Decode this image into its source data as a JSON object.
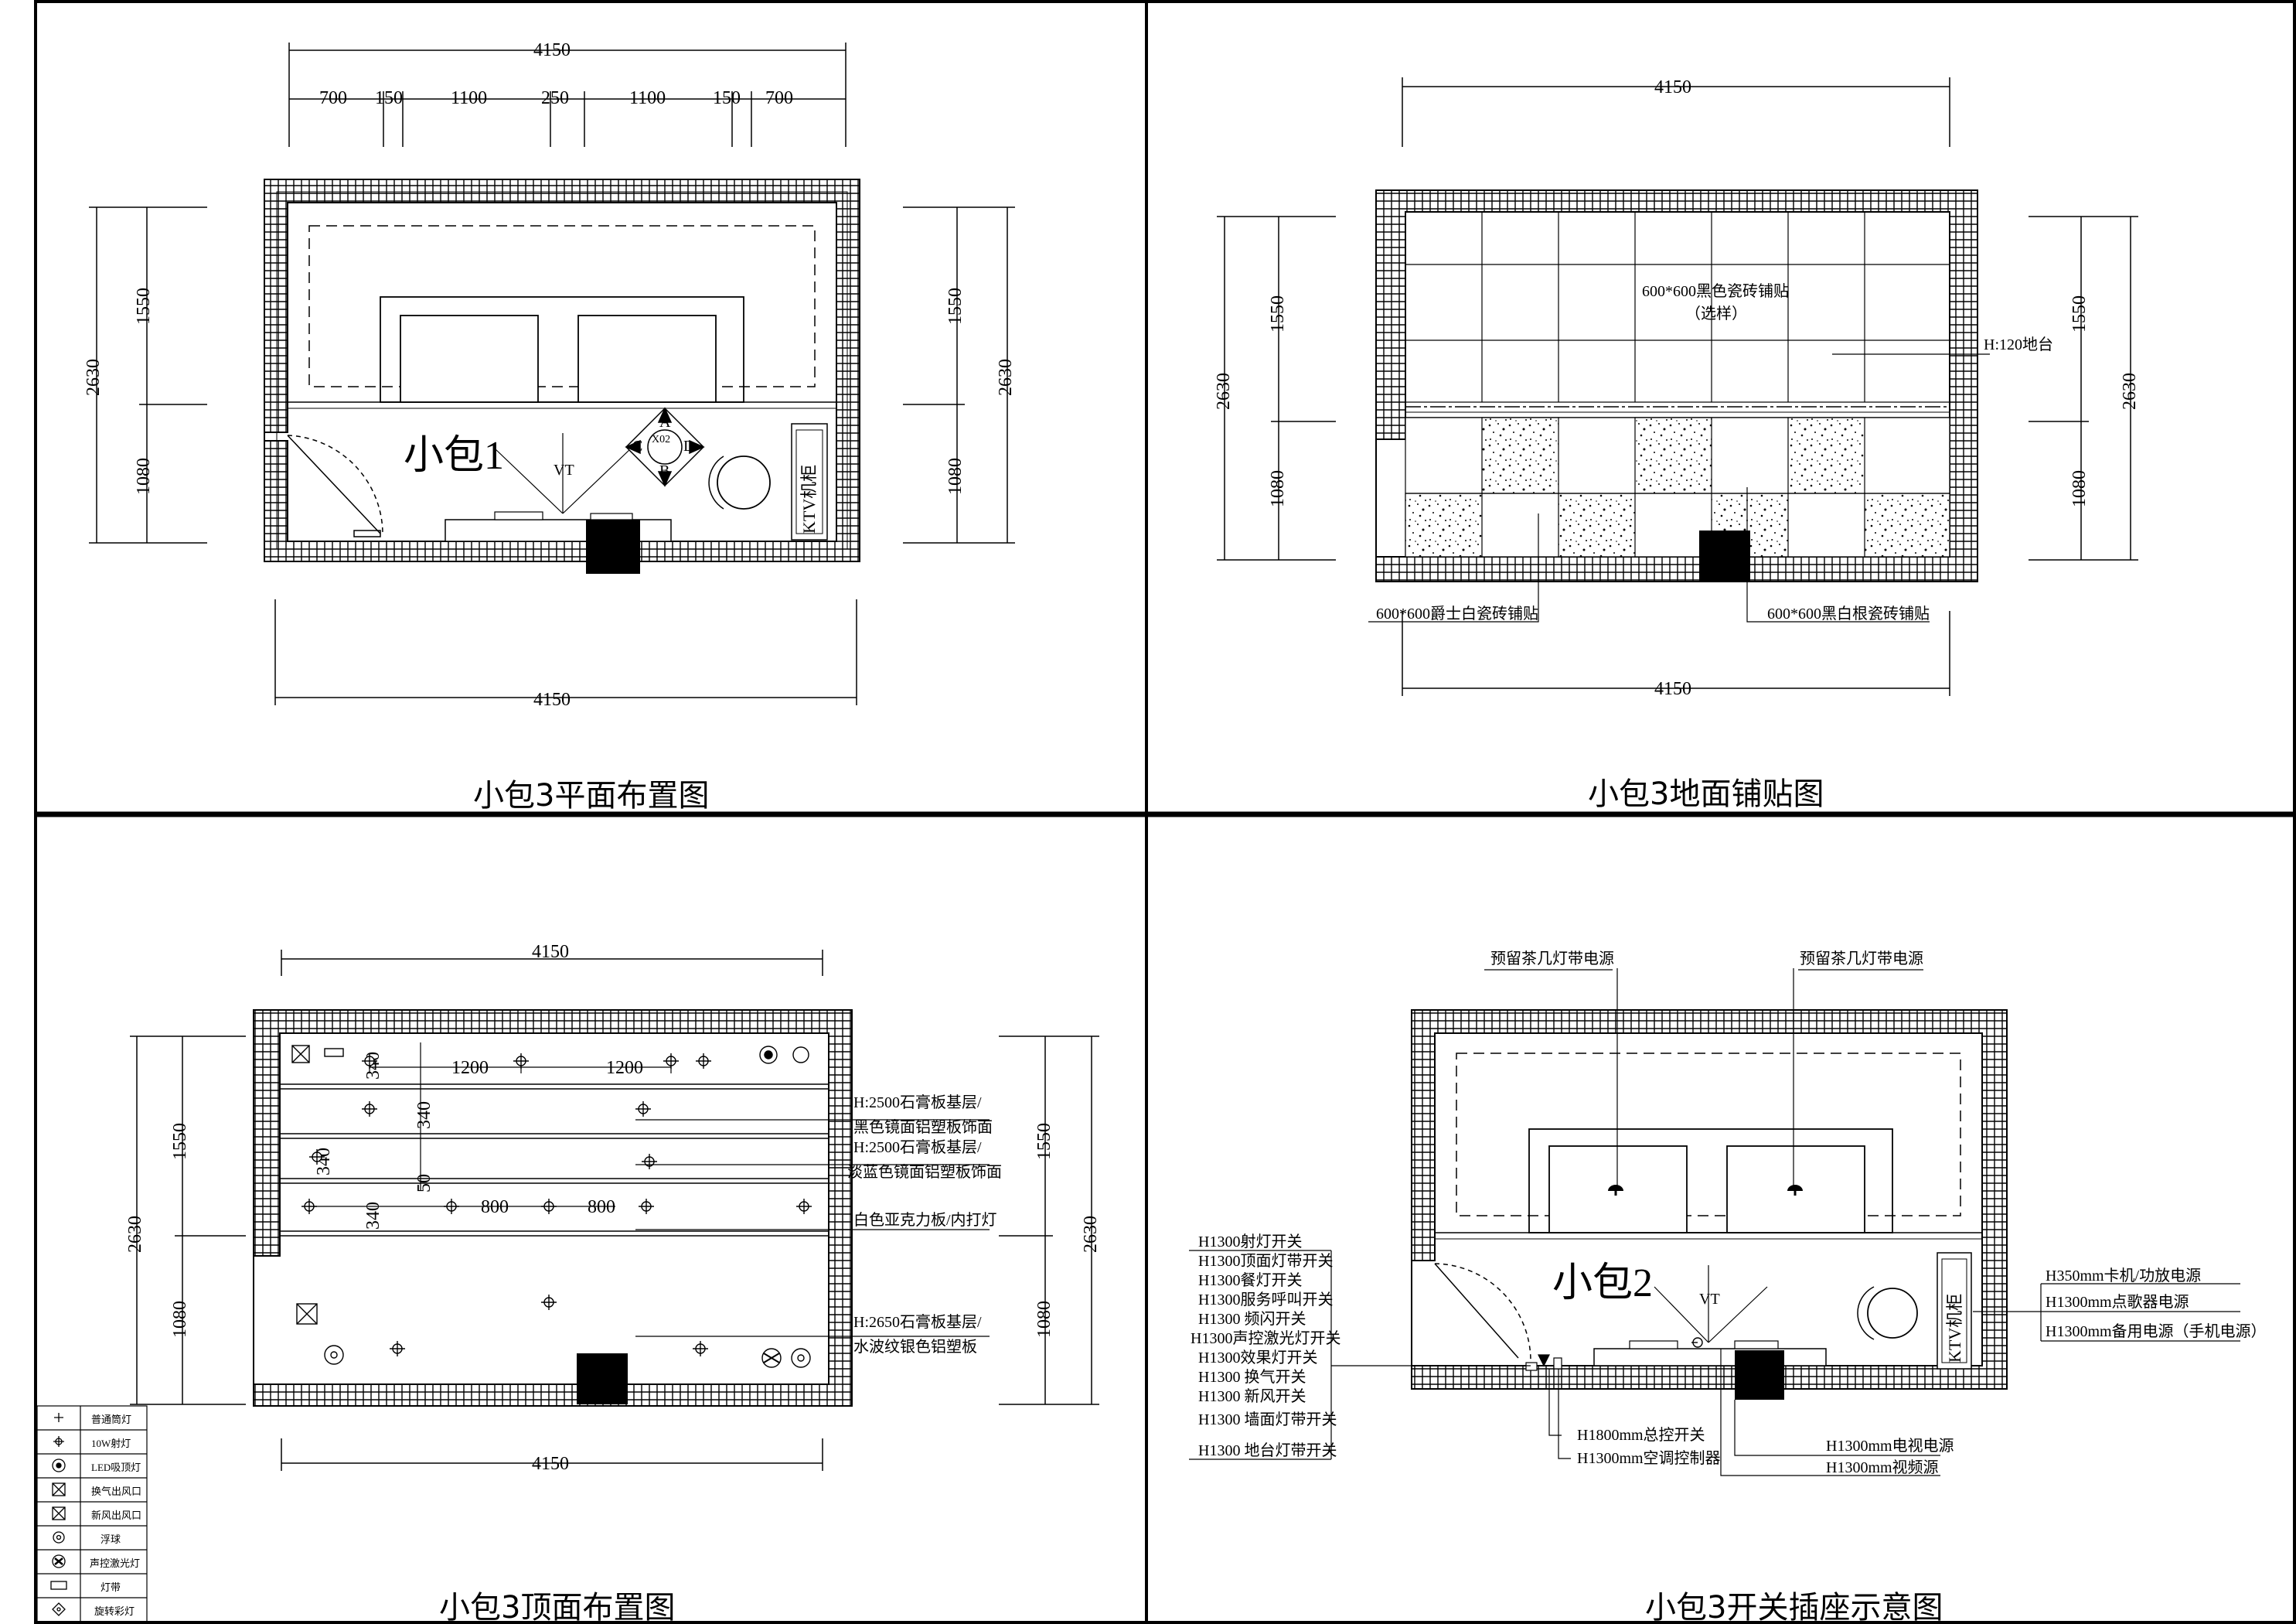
{
  "panels": {
    "plan": {
      "title": "小包3平面布置图",
      "dim_total": "4150",
      "dim_parts": [
        "700",
        "150",
        "1100",
        "250",
        "1100",
        "150",
        "700"
      ],
      "dim_total_bottom": "4150",
      "dim_left_total": "2630",
      "dim_left_upper": "1550",
      "dim_left_lower": "1080",
      "dim_right_total": "2630",
      "dim_right_upper": "1550",
      "dim_right_lower": "1080",
      "room_label": "小包1",
      "vt": "VT",
      "marker_a": "A",
      "marker_b": "B",
      "marker_c": "C",
      "marker_d": "D",
      "marker_code": "X02",
      "cabinet_text": "KTV机柜"
    },
    "floor": {
      "title": "小包3地面铺贴图",
      "dim_total": "4150",
      "dim_total_bottom": "4150",
      "dim_left_total": "2630",
      "dim_left_upper": "1550",
      "dim_left_lower": "1080",
      "dim_right_total": "2630",
      "dim_right_upper": "1550",
      "dim_right_lower": "1080",
      "note_tile_black_1": "600*600黑色瓷砖铺贴",
      "note_tile_black_2": "（选样）",
      "note_platform": "H:120地台",
      "note_jazz": "600*600爵士白瓷砖铺贴",
      "note_blackwhite": "600*600黑白根瓷砖铺贴"
    },
    "ceiling": {
      "title": "小包3顶面布置图",
      "dim_total": "4150",
      "dim_total_bottom": "4150",
      "dim_left_total": "2630",
      "dim_left_upper": "1550",
      "dim_left_lower": "1080",
      "dim_right_total": "2630",
      "dim_right_upper": "1550",
      "dim_right_lower": "1080",
      "dim_340": "340",
      "dim_1200": "1200",
      "dim_800": "800",
      "dim_50": "50",
      "notes": [
        "H:2500石膏板基层/",
        "黑色镜面铝塑板饰面",
        "H:2500石膏板基层/",
        "淡蓝色镜面铝塑板饰面",
        "白色亚克力板/内打灯",
        "H:2650石膏板基层/",
        "水波纹银色铝塑板"
      ],
      "legend": [
        "普通筒灯",
        "10W射灯",
        "LED吸顶灯",
        "换气出风口",
        "新风出风口",
        "浮球",
        "声控激光灯",
        "灯带",
        "旋转彩灯"
      ]
    },
    "socket": {
      "title": "小包3开关插座示意图",
      "note_top_left": "预留茶几灯带电源",
      "note_top_right": "预留茶几灯带电源",
      "room_label": "小包2",
      "vt": "VT",
      "cabinet_text": "KTV机柜",
      "switch_notes": [
        "H1300射灯开关",
        "H1300顶面灯带开关",
        "H1300餐灯开关",
        "H1300服务呼叫开关",
        "H1300  频闪开关",
        "H1300声控激光灯开关",
        "H1300效果灯开关",
        "H1300  换气开关",
        "H1300  新风开关",
        "H1300  墙面灯带开关",
        "H1300  地台灯带开关"
      ],
      "note_master": "H1800mm总控开关",
      "note_ac": "H1300mm空调控制器",
      "note_tv_power": "H1300mm电视电源",
      "note_video": "H1300mm视频源",
      "right_notes": [
        "H350mm卡机/功放电源",
        "H1300mm点歌器电源",
        "H1300mm备用电源（手机电源）"
      ]
    }
  }
}
